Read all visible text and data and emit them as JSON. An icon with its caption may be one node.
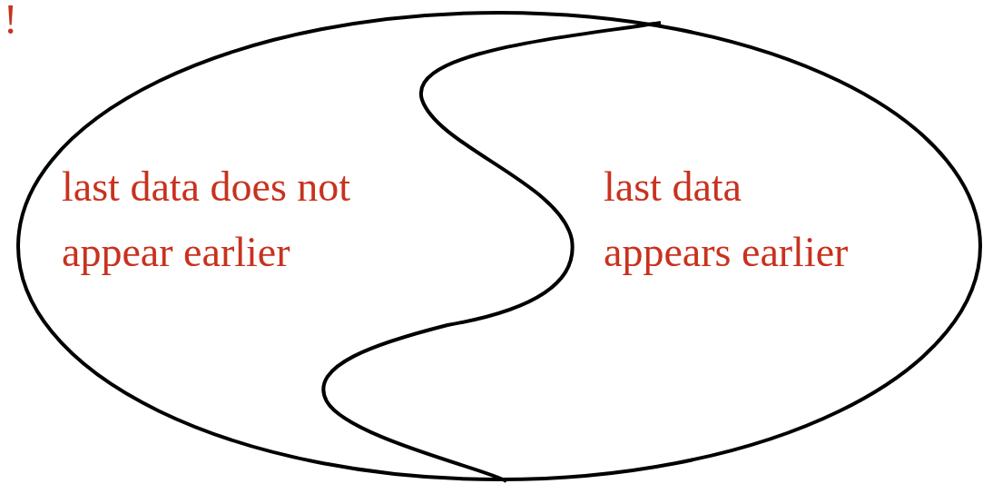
{
  "diagram": {
    "nodes": [
      {
        "text": [],
        "shape": "ellipse"
      },
      {
        "text": [
          "last data does not appear earlier"
        ],
        "in": 0
      },
      {
        "text": [
          "last data appears earlier"
        ],
        "in": 0
      }
    ],
    "labels": [
      "!"
    ]
  }
}
